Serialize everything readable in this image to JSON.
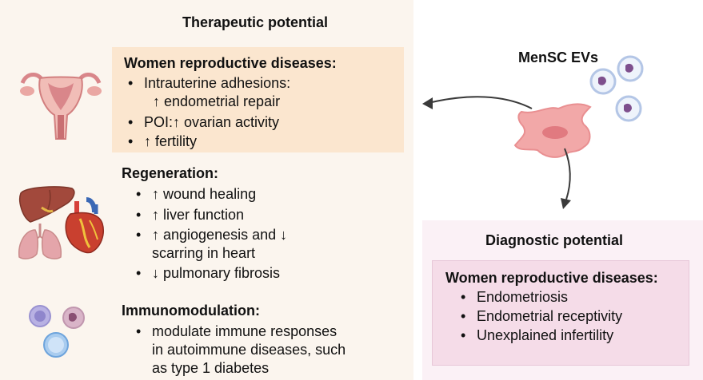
{
  "therapeutic": {
    "title": "Therapeutic potential",
    "reproductive": {
      "heading": "Women reproductive diseases:",
      "items": [
        {
          "line1": "Intrauterine adhesions:",
          "line2": "↑ endometrial repair"
        },
        {
          "line1": "POI:↑ ovarian activity"
        },
        {
          "line1": "↑ fertility"
        }
      ]
    },
    "regeneration": {
      "heading": "Regeneration:",
      "items": [
        {
          "line1": "↑ wound healing"
        },
        {
          "line1": "↑ liver function"
        },
        {
          "line1": "↑ angiogenesis and ↓",
          "line2": "scarring in heart"
        },
        {
          "line1": "↓ pulmonary fibrosis"
        }
      ]
    },
    "immunomodulation": {
      "heading": "Immunomodulation:",
      "items": [
        {
          "line1": "modulate immune responses",
          "line2": "in autoimmune diseases, such",
          "line3": "as type 1 diabetes"
        }
      ]
    }
  },
  "mensc": {
    "label": "MenSC EVs"
  },
  "diagnostic": {
    "title": "Diagnostic potential",
    "reproductive": {
      "heading": "Women reproductive diseases:",
      "items": [
        {
          "line1": "Endometriosis"
        },
        {
          "line1": "Endometrial receptivity"
        },
        {
          "line1": "Unexplained infertility"
        }
      ]
    }
  },
  "icons": [
    "uterus-icon",
    "liver-icon",
    "lungs-icon",
    "heart-icon",
    "immune-cells-icon",
    "stem-cell-icon",
    "extracellular-vesicle-icon"
  ],
  "colors": {
    "therapeutic_bg": "#fbf5ee",
    "reproductive_box": "#fbe6cf",
    "diagnostic_bg": "#fbf1f6",
    "diagnostic_box": "#f5dce8",
    "cell_pink": "#f2a8a8"
  }
}
